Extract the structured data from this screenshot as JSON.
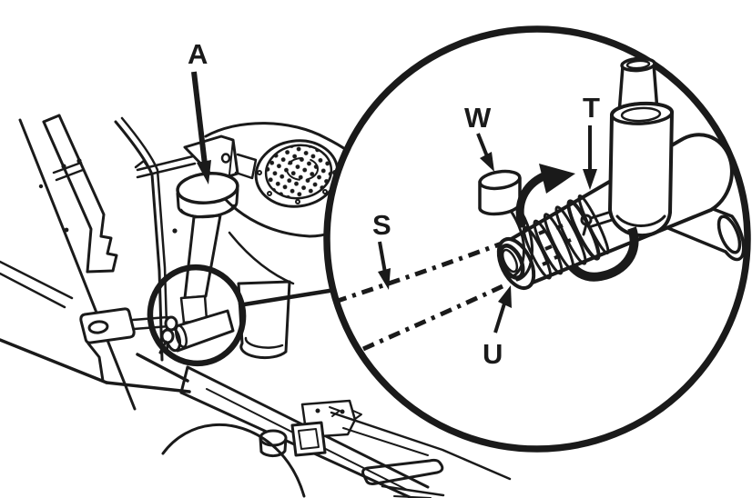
{
  "figure": {
    "background_color": "#ffffff",
    "line_color": "#1a1a1a",
    "callout_labels": {
      "a": "A",
      "w": "W",
      "t": "T",
      "s": "S",
      "u": "U"
    }
  }
}
